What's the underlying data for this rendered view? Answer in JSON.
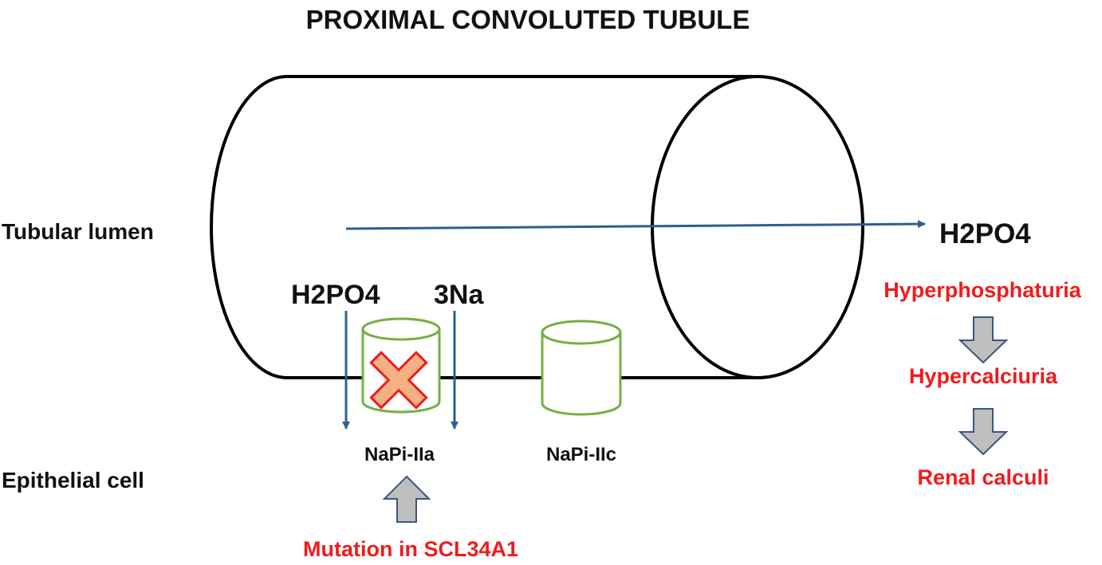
{
  "title": "PROXIMAL CONVOLUTED TUBULE",
  "labels": {
    "lumen": "Tubular lumen",
    "cell": "Epithelial cell"
  },
  "ions": {
    "phosphate_main": "H2PO4",
    "phosphate_left": "H2PO4",
    "sodium": "3Na"
  },
  "transporters": {
    "napi_iia": "NaPi-IIa",
    "napi_iic": "NaPi-IIc"
  },
  "mutation": "Mutation in SCL34A1",
  "consequences": [
    "Hyperphosphaturia",
    "Hypercalciuria",
    "Renal calculi"
  ],
  "colors": {
    "arrow": "#2e5f8e",
    "transporter": "#74b043",
    "cross_fill": "#f4b183",
    "cross_stroke": "#ee1c1c",
    "red_text": "#ee1c1c",
    "grey_arrow": "#bfbfbf",
    "grey_arrow_stroke": "#3b5683"
  },
  "icons": {
    "blocked": "red-cross-icon",
    "cascade": "grey-down-arrow-icon",
    "mutation_pointer": "grey-up-arrow-icon"
  }
}
